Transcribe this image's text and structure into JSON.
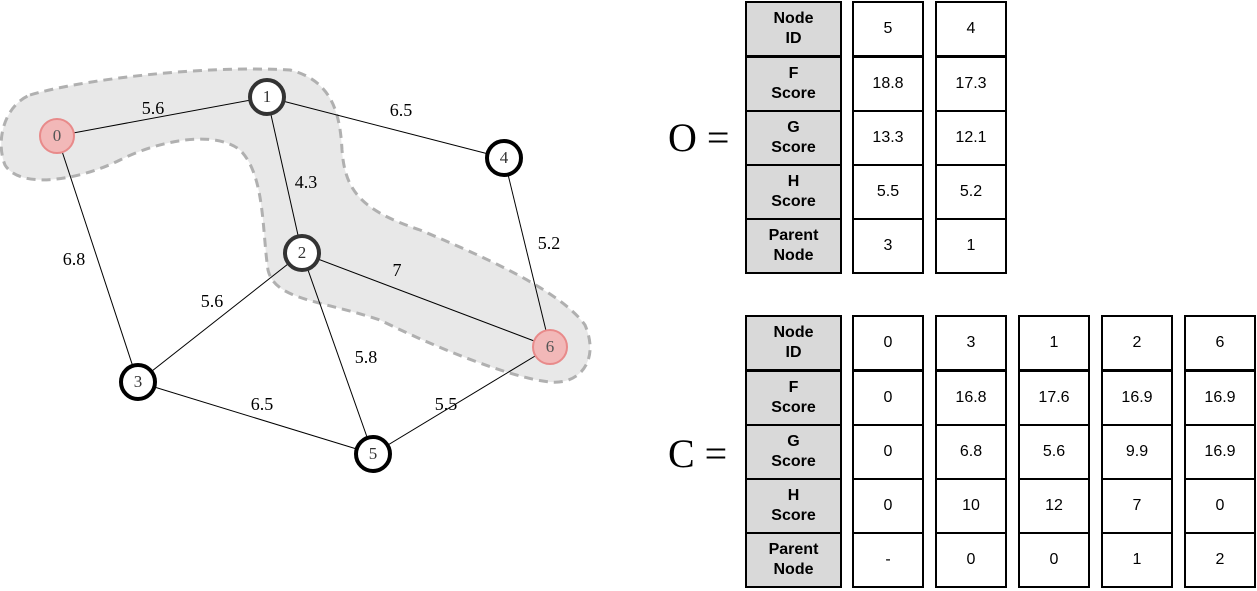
{
  "graph": {
    "nodes": [
      {
        "id": "0",
        "highlight": true
      },
      {
        "id": "1",
        "highlight": false
      },
      {
        "id": "2",
        "highlight": false
      },
      {
        "id": "3",
        "highlight": false
      },
      {
        "id": "4",
        "highlight": false
      },
      {
        "id": "5",
        "highlight": false
      },
      {
        "id": "6",
        "highlight": true
      }
    ],
    "edges": [
      {
        "from": "0",
        "to": "1",
        "weight": "5.6"
      },
      {
        "from": "1",
        "to": "4",
        "weight": "6.5"
      },
      {
        "from": "1",
        "to": "2",
        "weight": "4.3"
      },
      {
        "from": "0",
        "to": "3",
        "weight": "6.8"
      },
      {
        "from": "4",
        "to": "6",
        "weight": "5.2"
      },
      {
        "from": "2",
        "to": "6",
        "weight": "7"
      },
      {
        "from": "2",
        "to": "3",
        "weight": "5.6"
      },
      {
        "from": "2",
        "to": "5",
        "weight": "5.8"
      },
      {
        "from": "3",
        "to": "5",
        "weight": "6.5"
      },
      {
        "from": "5",
        "to": "6",
        "weight": "5.5"
      }
    ],
    "path": [
      "0",
      "1",
      "2",
      "6"
    ]
  },
  "colors": {
    "highlight_fill": "#f2b8b8",
    "highlight_stroke": "#e88a8a",
    "path_fill": "#e8e8e8",
    "path_stroke": "#b0b0b0",
    "header_fill": "#d9d9d9"
  },
  "open_list": {
    "label": "O =",
    "row_headers": [
      "Node ID",
      "F Score",
      "G Score",
      "H Score",
      "Parent Node"
    ],
    "columns": [
      [
        "5",
        "18.8",
        "13.3",
        "5.5",
        "3"
      ],
      [
        "4",
        "17.3",
        "12.1",
        "5.2",
        "1"
      ]
    ]
  },
  "closed_list": {
    "label": "C =",
    "row_headers": [
      "Node ID",
      "F Score",
      "G Score",
      "H Score",
      "Parent Node"
    ],
    "columns": [
      [
        "0",
        "0",
        "0",
        "0",
        "-"
      ],
      [
        "3",
        "16.8",
        "6.8",
        "10",
        "0"
      ],
      [
        "1",
        "17.6",
        "5.6",
        "12",
        "0"
      ],
      [
        "2",
        "16.9",
        "9.9",
        "7",
        "1"
      ],
      [
        "6",
        "16.9",
        "16.9",
        "0",
        "2"
      ]
    ]
  }
}
